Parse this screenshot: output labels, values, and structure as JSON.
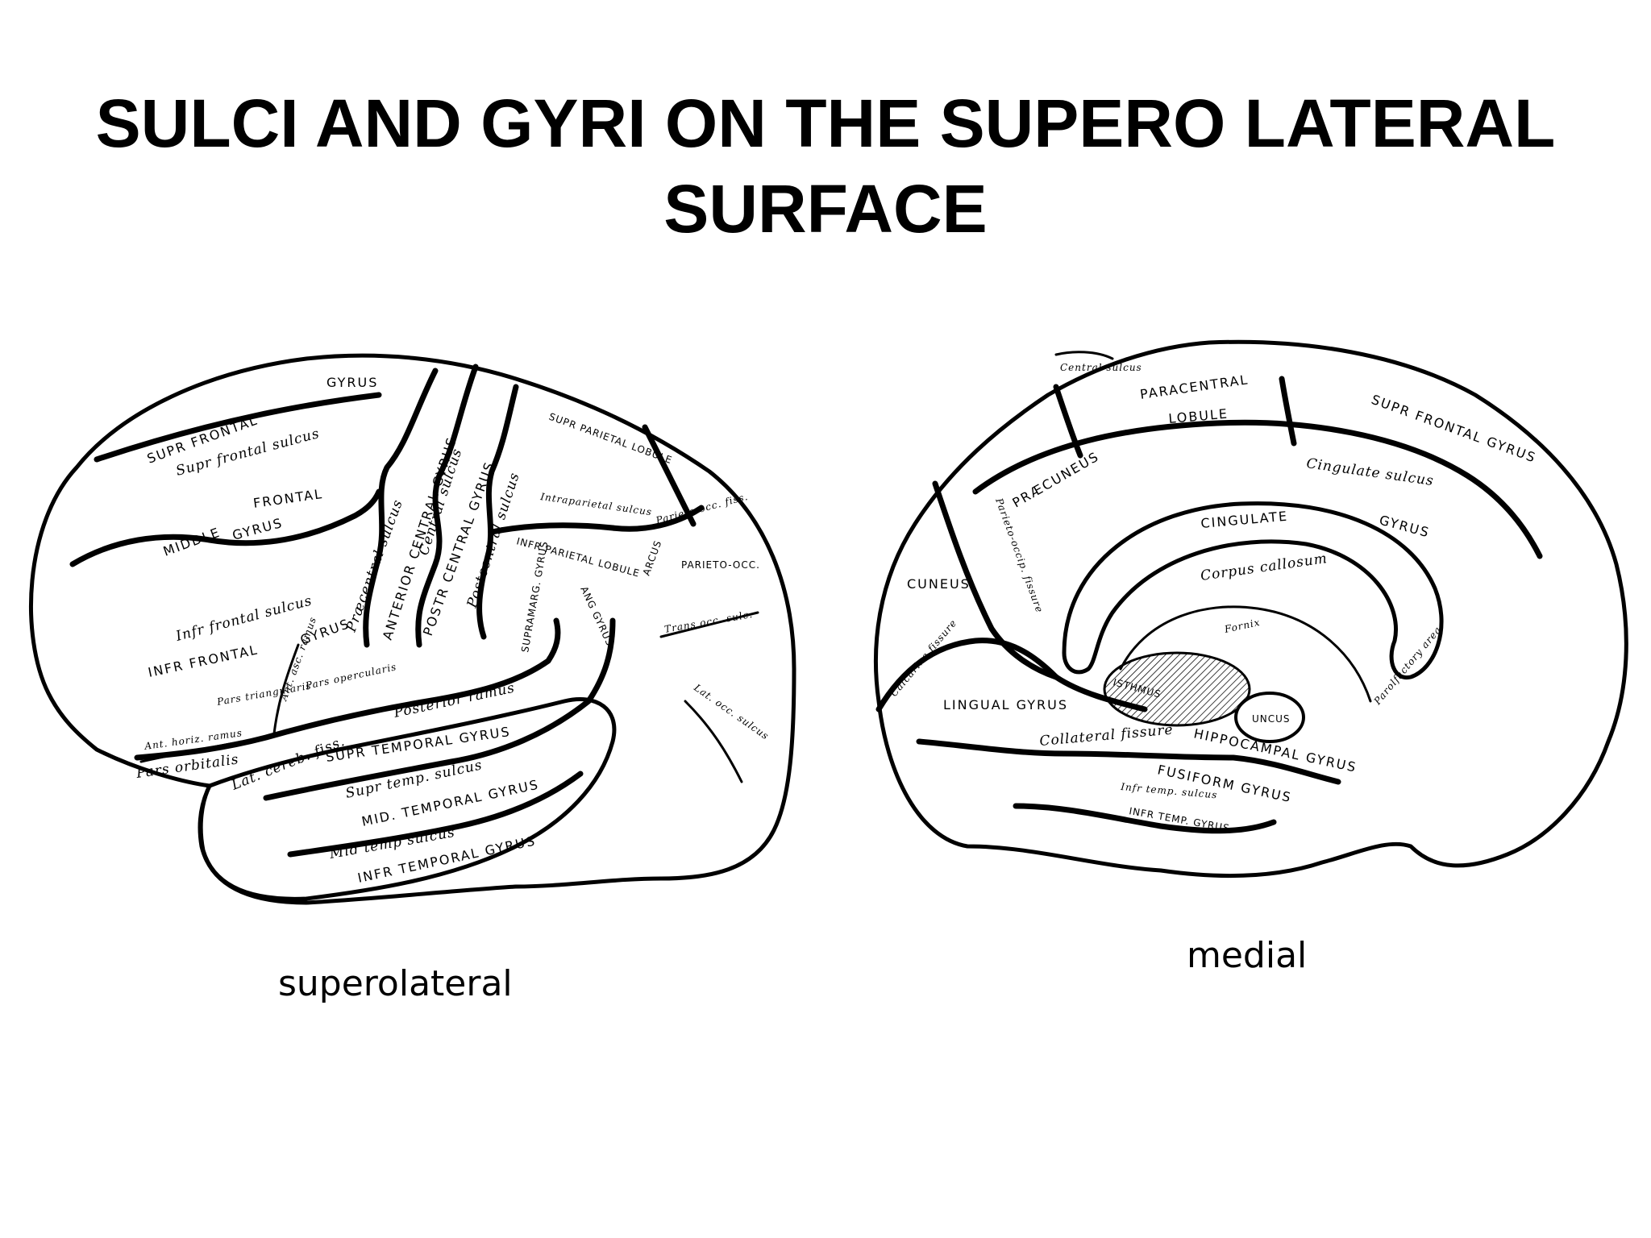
{
  "title": {
    "line1": "SULCI AND GYRI ON THE SUPERO LATERAL",
    "line2": "SURFACE"
  },
  "captions": {
    "lateral": "superolateral",
    "medial": "medial"
  },
  "lateral_labels": {
    "gyrus_top": "GYRUS",
    "sup_frontal": "SUPR FRONTAL",
    "supr_frontal_sulcus": "Supr frontal sulcus",
    "middle": "MIDDLE",
    "frontal": "FRONTAL",
    "gyrus_mid": "GYRUS",
    "infr_frontal_sulcus": "Infr frontal sulcus",
    "infr_frontal": "INFR FRONTAL",
    "gyrus_inf": "GYRUS",
    "pars_triangularis": "Pars triangularis",
    "ant_asc_ramus": "Ant. asc. ramus",
    "pars_opercularis": "Pars opercularis",
    "ant_horiz_ramus": "Ant. horiz. ramus",
    "pars_orbitalis": "Pars orbitalis",
    "lat_cereb_fiss": "Lat. cereb. fiss.",
    "posterior_ramus": "Posterior ramus",
    "sup_temporal_gyrus": "SUPR TEMPORAL GYRUS",
    "supr_temp_sulcus": "Supr temp. sulcus",
    "mid_temporal_gyrus": "MID. TEMPORAL GYRUS",
    "mid_temp_sulcus": "Mid temp sulcus",
    "infr_temporal_gyrus": "INFR TEMPORAL GYRUS",
    "praecentral_sulcus": "Præcentral sulcus",
    "anterior_central_gyrus": "ANTERIOR CENTRAL GYRUS",
    "central_sulcus": "Central sulcus",
    "postr_central_gyrus": "POSTR CENTRAL GYRUS",
    "postcentral_sulcus": "Postcentral sulcus",
    "sup_parietal_lobule": "SUPR PARIETAL LOBULE",
    "intraparietal_sulcus": "Intraparietal sulcus",
    "inf_parietal_lobule": "INFR PARIETAL LOBULE",
    "supramarg_gyrus": "SUPRAMARG. GYRUS",
    "ang_gyrus": "ANG GYRUS",
    "parieto_occ_fiss": "Parieto occ. fiss.",
    "arcus": "ARCUS",
    "parieto_occ": "PARIETO-OCC.",
    "trans_occ_sulc": "Trans occ. sulc.",
    "lat_occ_sulcus": "Lat. occ. sulcus"
  },
  "medial_labels": {
    "central_sulcus": "Central sulcus",
    "paracentral": "PARACENTRAL",
    "lobule": "LOBULE",
    "sup_frontal_gyrus": "SUPR FRONTAL GYRUS",
    "praecuneus": "PRÆCUNEUS",
    "parieto_occip_fissure": "Parieto-occip. fissure",
    "cingulate_sulcus": "Cingulate sulcus",
    "cingulate": "CINGULATE",
    "gyrus": "GYRUS",
    "cuneus": "CUNEUS",
    "corpus_callosum": "Corpus callosum",
    "fornix": "Fornix",
    "calcarine_fissure": "Calcarine fissure",
    "isthmus": "ISTHMUS",
    "paraolfactory_area": "Parolfactory area",
    "lingual_gyrus": "LINGUAL GYRUS",
    "uncus": "UNCUS",
    "collateral_fissure": "Collateral fissure",
    "hippocampal_gyrus": "HIPPOCAMPAL GYRUS",
    "infr_temp_sulcus": "Infr temp. sulcus",
    "fusiform_gyrus": "FUSIFORM GYRUS",
    "infr_temp_gyrus": "INFR TEMP. GYRUS"
  }
}
